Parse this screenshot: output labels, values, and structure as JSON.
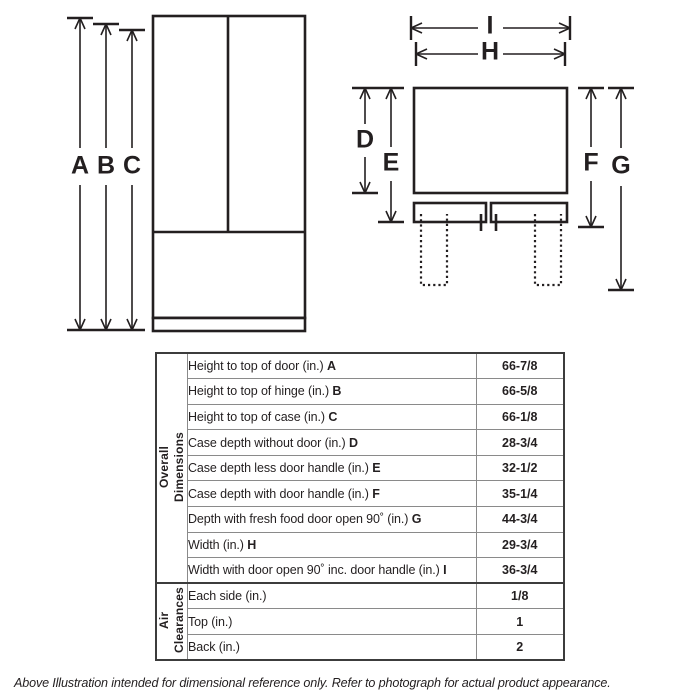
{
  "figure": {
    "front_view": {
      "dimension_labels": [
        "A",
        "B",
        "C"
      ]
    },
    "top_view": {
      "vertical_labels": [
        "D",
        "E",
        "F",
        "G"
      ],
      "horizontal_labels": [
        "I",
        "H"
      ]
    }
  },
  "table": {
    "categories": [
      {
        "line1": "Overall",
        "line2": "Dimensions"
      },
      {
        "line1": "Air",
        "line2": "Clearances"
      }
    ],
    "rows": [
      {
        "description": "Height to top of door (in.) ",
        "key": "A",
        "value": "66-7/8",
        "group": 0
      },
      {
        "description": "Height to top of hinge (in.) ",
        "key": "B",
        "value": "66-5/8",
        "group": 0
      },
      {
        "description": "Height to top of case (in.) ",
        "key": "C",
        "value": "66-1/8",
        "group": 0
      },
      {
        "description": "Case depth without door (in.) ",
        "key": "D",
        "value": "28-3/4",
        "group": 0
      },
      {
        "description": "Case depth less door handle (in.) ",
        "key": "E",
        "value": "32-1/2",
        "group": 0
      },
      {
        "description": "Case depth with door handle (in.) ",
        "key": "F",
        "value": "35-1/4",
        "group": 0
      },
      {
        "description": "Depth with fresh food door open 90˚ (in.) ",
        "key": "G",
        "value": "44-3/4",
        "group": 0
      },
      {
        "description": "Width (in.) ",
        "key": "H",
        "value": "29-3/4",
        "group": 0
      },
      {
        "description": "Width with door open 90˚ inc. door handle (in.) ",
        "key": "I",
        "value": "36-3/4",
        "group": 0
      },
      {
        "description": "Each side (in.)",
        "key": "",
        "value": "1/8",
        "group": 1
      },
      {
        "description": "Top (in.)",
        "key": "",
        "value": "1",
        "group": 1
      },
      {
        "description": "Back (in.)",
        "key": "",
        "value": "2",
        "group": 1
      }
    ]
  },
  "footnote": "Above Illustration intended for dimensional reference only. Refer to photograph for actual product appearance."
}
